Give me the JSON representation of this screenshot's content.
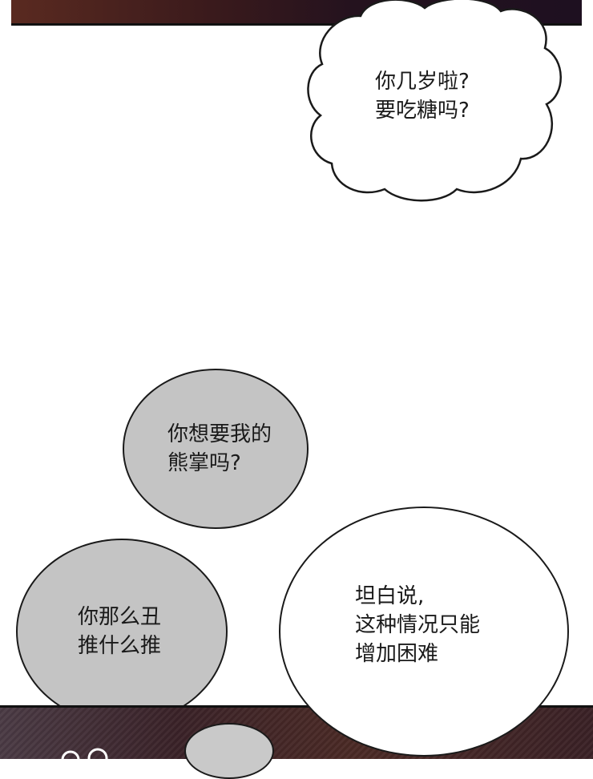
{
  "bubbles": {
    "cloud": {
      "lines": [
        "你几岁啦?",
        "要吃糖吗?"
      ]
    },
    "bear_paw": {
      "lines": [
        "你想要我的",
        "熊掌吗?"
      ]
    },
    "ugly": {
      "lines": [
        "你那么丑",
        "推什么推"
      ]
    },
    "honestly": {
      "lines": [
        "坦白说,",
        "这种情况只能",
        "增加困难"
      ]
    }
  },
  "colors": {
    "gray_bubble": "#c4c4c4",
    "white_bubble": "#ffffff",
    "outline": "#1a1a1a"
  }
}
